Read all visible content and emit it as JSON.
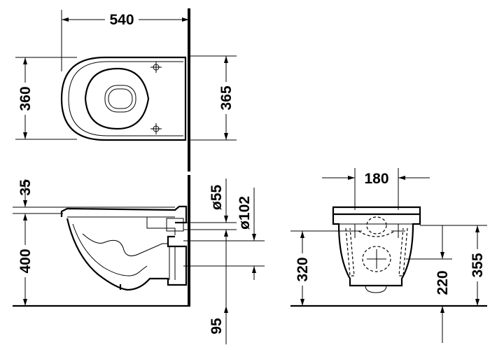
{
  "dimensions": {
    "top_width": "540",
    "top_depth_left": "360",
    "top_depth_right": "365",
    "side_rim_offset": "35",
    "side_height": "400",
    "outlet_diameter": "ø55",
    "inlet_diameter": "ø102",
    "outlet_height": "95",
    "front_width": "180",
    "front_fixing_height": "320",
    "front_outlet_height": "220",
    "front_total_height": "355"
  }
}
